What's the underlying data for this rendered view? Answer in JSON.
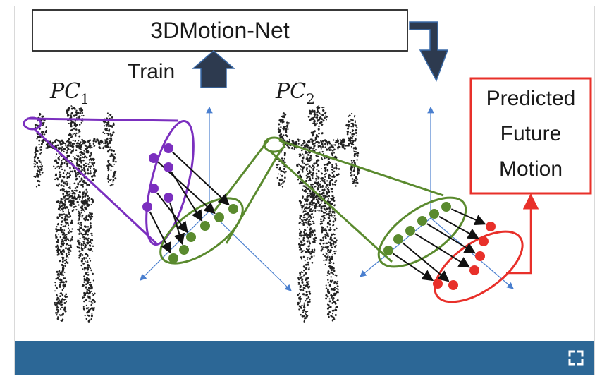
{
  "network": {
    "label": "3DMotion-Net"
  },
  "train": {
    "label": "Train"
  },
  "pc1": {
    "symbol": "PC",
    "subscript": "1"
  },
  "pc2": {
    "symbol": "PC",
    "subscript": "2"
  },
  "output": {
    "line1": "Predicted",
    "line2": "Future",
    "line3": "Motion"
  },
  "colors": {
    "purple": "#7b2fbf",
    "green": "#5a8a2e",
    "red": "#e8302a",
    "axis": "#4a7fcf",
    "arrow_fill": "#2d3a4f",
    "bar": "#2c6796"
  },
  "icons": {
    "fullscreen": "fullscreen-icon"
  }
}
